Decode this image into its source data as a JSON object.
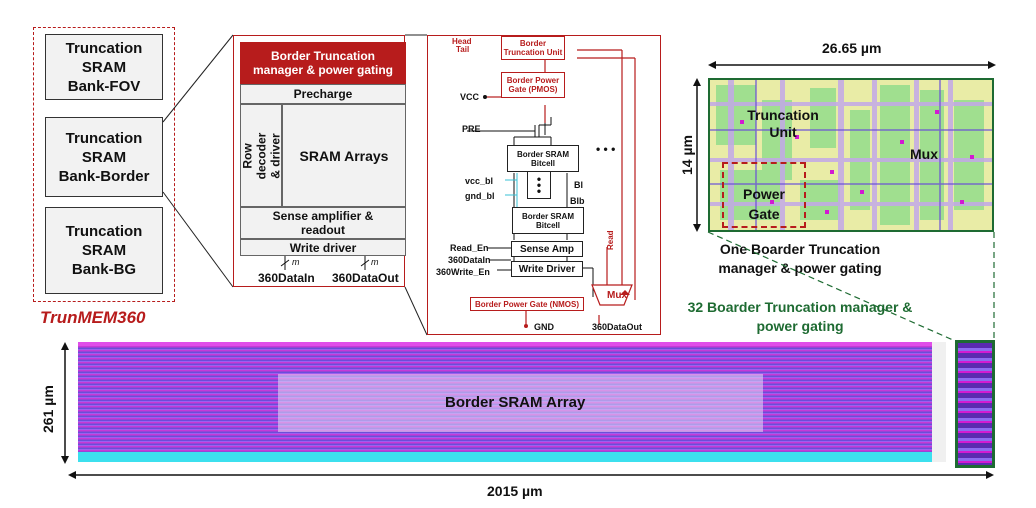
{
  "banks": {
    "title": "TrunMEM360",
    "items": [
      {
        "label": "Truncation\nSRAM\nBank-FOV"
      },
      {
        "label": "Truncation\nSRAM\nBank-Border"
      },
      {
        "label": "Truncation\nSRAM\nBank-BG"
      }
    ]
  },
  "block": {
    "border_manager": "Border Truncation manager & power gating",
    "precharge": "Precharge",
    "row_decoder": "Row decoder & driver",
    "sram_arrays": "SRAM Arrays",
    "sense_amp": "Sense amplifier & readout",
    "write_driver": "Write driver",
    "m1": "m",
    "m2": "m",
    "data_in": "360DataIn",
    "data_out": "360DataOut"
  },
  "circuit": {
    "head": "Head",
    "tail": "Tail",
    "border_trunc_unit": "Border Truncation Unit",
    "power_gate_pmos": "Border Power Gate (PMOS)",
    "vcc": "VCC",
    "pre": "PRE",
    "bitcell_top": "Border SRAM Bitcell",
    "bitcell_bottom": "Border SRAM Bitcell",
    "vcc_bl": "vcc_bl",
    "gnd_bl": "gnd_bl",
    "bl": "Bl",
    "blb": "Blb",
    "ellipsis": "• • •",
    "read_en": "Read_En",
    "data_in": "360DataIn",
    "write_en": "360Write_En",
    "sense_amp": "Sense Amp",
    "write_driver": "Write Driver",
    "read": "Read",
    "mux": "Mux",
    "power_gate_nmos": "Border Power Gate (NMOS)",
    "gnd": "GND",
    "data_out": "360DataOut"
  },
  "layout_view": {
    "width_label": "26.65 µm",
    "height_label": "14 µm",
    "truncation_unit": "Truncation Unit",
    "mux": "Mux",
    "power_gate": "Power Gate",
    "caption": "One Boarder Truncation manager & power gating"
  },
  "array_view": {
    "caption": "32 Boarder Truncation manager & power gating",
    "array_label": "Border SRAM Array",
    "height_label": "261 µm",
    "width_label": "2015 µm"
  },
  "colors": {
    "red": "#b71c1c",
    "green": "#1e6b32",
    "magenta": "#d21ad2",
    "purple": "#6a4fd8",
    "cyan": "#3ce0ee"
  }
}
